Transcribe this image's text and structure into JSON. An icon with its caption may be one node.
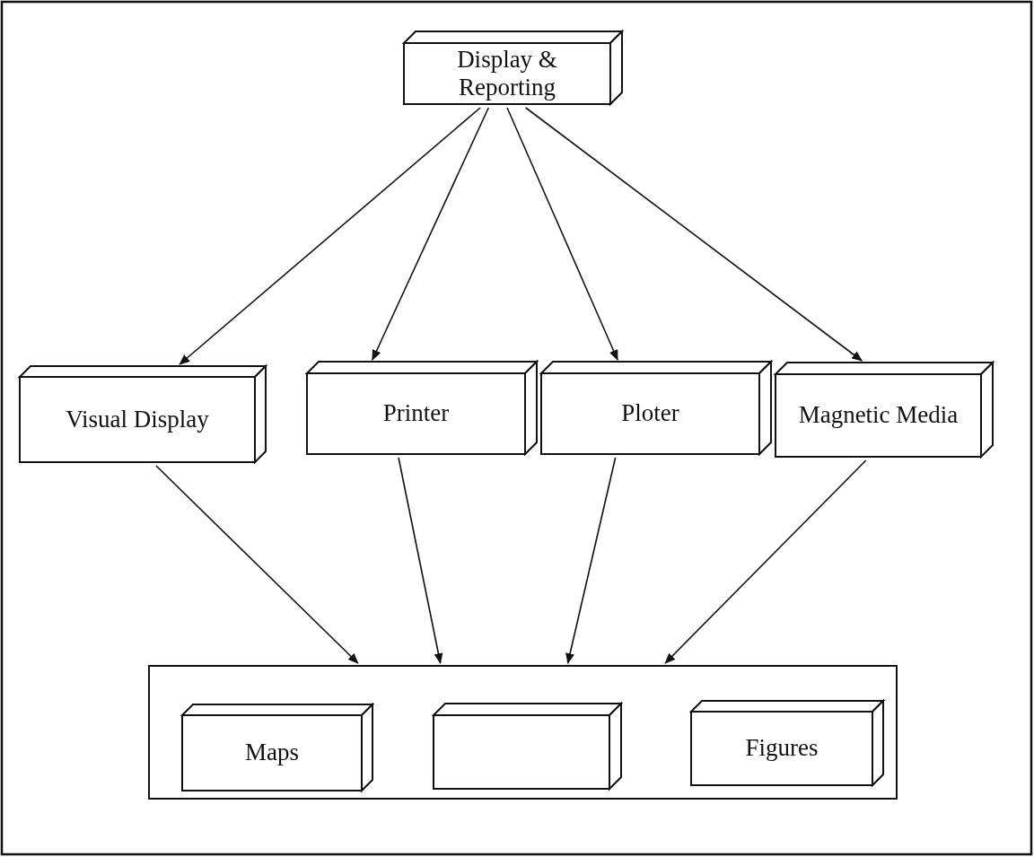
{
  "diagram": {
    "nodes": [
      {
        "text": [
          "Display & Reporting"
        ]
      },
      {
        "text": [
          "Visual Display"
        ]
      },
      {
        "text": [
          "Printer"
        ]
      },
      {
        "text": [
          "Ploter"
        ]
      },
      {
        "text": [
          "Magnetic Media"
        ]
      },
      {
        "text": [],
        "shape": "box"
      },
      {
        "text": [
          "Maps"
        ],
        "in": 5
      },
      {
        "text": [],
        "shape": "box",
        "in": 5
      },
      {
        "text": [
          "Figures"
        ],
        "in": 5
      }
    ],
    "edges": [
      {
        "from": 0,
        "to": 1,
        "arrow": "to"
      },
      {
        "from": 0,
        "to": 2,
        "arrow": "to"
      },
      {
        "from": 0,
        "to": 3,
        "arrow": "to"
      },
      {
        "from": 0,
        "to": 4,
        "arrow": "to"
      },
      {
        "from": 1,
        "to": 5,
        "arrow": "to"
      },
      {
        "from": 2,
        "to": 5,
        "arrow": "to"
      },
      {
        "from": 3,
        "to": 5,
        "arrow": "to"
      },
      {
        "from": 4,
        "to": 5,
        "arrow": "to"
      }
    ]
  }
}
